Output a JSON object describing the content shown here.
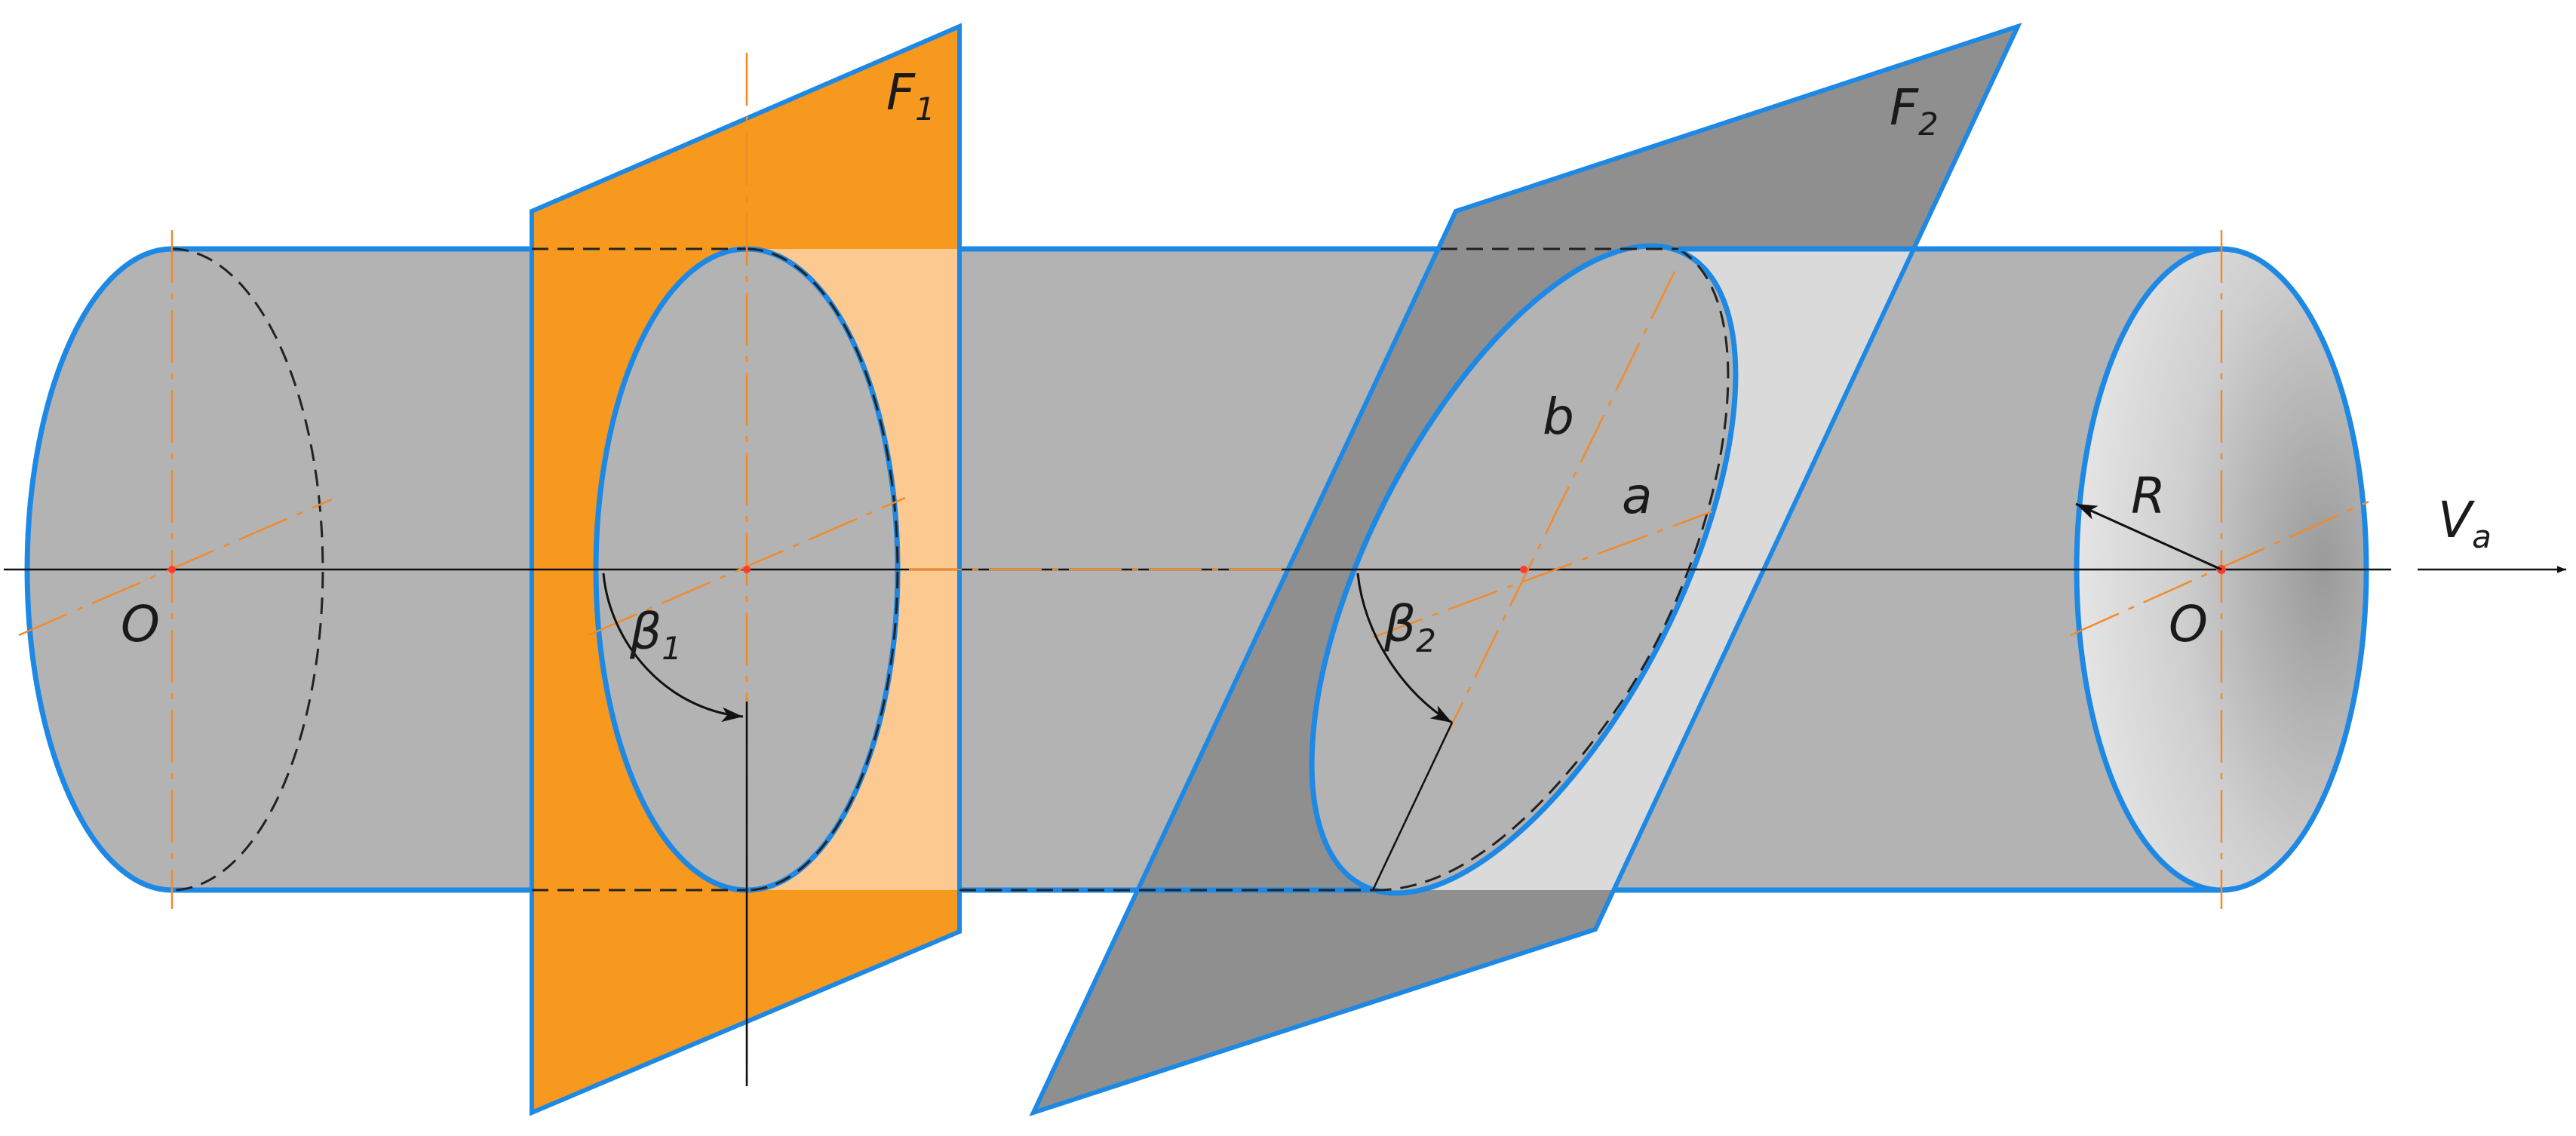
{
  "labels": {
    "plane1": {
      "main": "F",
      "sub": "1"
    },
    "plane2": {
      "main": "F",
      "sub": "2"
    },
    "angle1": {
      "main": "β",
      "sub": "1"
    },
    "angle2": {
      "main": "β",
      "sub": "2"
    },
    "semi_axis_b": "b",
    "semi_axis_a": "a",
    "radius": "R",
    "center_left": "O",
    "center_right": "O",
    "axis_direction": {
      "main": "V",
      "sub": "a"
    }
  },
  "colors": {
    "cylinder_body": "#b3b3b3",
    "outline_blue": "#1e88e5",
    "plane_f1": "#f7991e",
    "plane_f1_light": "#fcc990",
    "plane_f2": "#8f8f8f",
    "plane_f2_light": "#dadada",
    "center_line": "#f28a2a",
    "line": "#111111"
  }
}
